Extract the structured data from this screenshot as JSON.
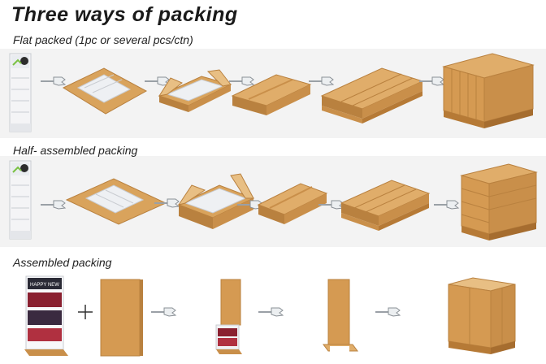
{
  "title": "Three ways of packing",
  "sections": [
    {
      "label": "Flat packed (1pc or several pcs/ctn)"
    },
    {
      "label": "Half- assembled packing"
    },
    {
      "label": "Assembled packing"
    }
  ],
  "display_brand_text": "HAPPY NEW",
  "colors": {
    "carton": "#d9a35c",
    "carton_dark": "#b9813f",
    "carton_light": "#e8bf84",
    "pallet": "#c98f4a",
    "arrow": "#9aa0a6"
  }
}
